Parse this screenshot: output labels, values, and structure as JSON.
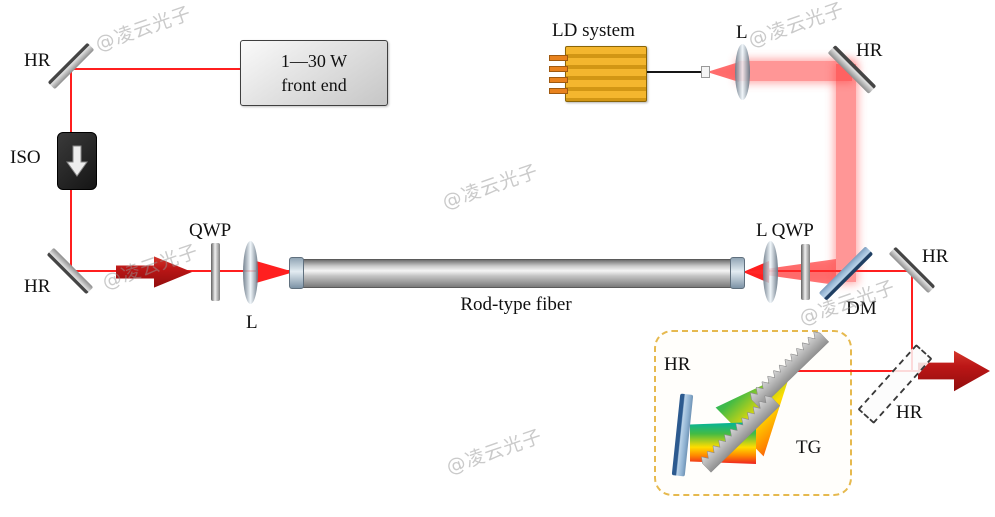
{
  "labels": {
    "hr": "HR",
    "front_end_line1": "1—30 W",
    "front_end_line2": "front end",
    "iso": "ISO",
    "qwp": "QWP",
    "lens": "L",
    "lens_qwp": "L QWP",
    "rod_fiber": "Rod-type fiber",
    "ld_system": "LD system",
    "dm": "DM",
    "tg": "TG"
  },
  "watermark": {
    "text": "@凌云光子"
  },
  "colors": {
    "signal_beam": "#ff1f1f",
    "pump_beam": "rgba(255,45,45,0.5)",
    "power_arrow": "#bb1616",
    "ld_body": "#f4b62e",
    "dm_mirror": "#7c9cbd",
    "hr_blue": "#2c5a8f",
    "mirror_gray": "#bdbdbd",
    "compressor_border": "#e6b94e"
  }
}
